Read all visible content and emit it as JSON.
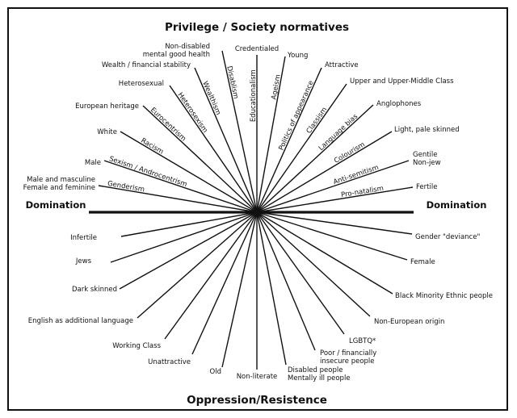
{
  "title_top": "Privilege / Society normatives",
  "title_bottom": "Oppression/Resistence",
  "domination_left": "Domination",
  "domination_right": "Domination",
  "upper_categories": [
    "Male and masculine\nFemale and feminine",
    "Male",
    "White",
    "European heritage",
    "Heterosexual",
    "Wealth / financial stability",
    "Non-disabled\nmental good health",
    "Credentialed",
    "Young",
    "Attractive",
    "Upper and Upper-Middle Class",
    "Anglophones",
    "Light, pale skinned",
    "Gentile\nNon-jew",
    "Fertile"
  ],
  "ray_labels": [
    "Genderism",
    "Sexism / Androcentrism",
    "Racism",
    "Eurocentrism",
    "Heterosexism",
    "Wealthism",
    "Disablism",
    "Educationalism",
    "Ageism",
    "Politics of appearance",
    "Classism",
    "Language bias",
    "Colourism",
    "Anti-semitism",
    "Pro-natalism"
  ],
  "lower_categories": [
    "Infertile",
    "Jews",
    "Dark skinned",
    "English as additional language",
    "Working Class",
    "Unattractive",
    "Old",
    "Non-literate",
    "Disabled people\nMentally ill people",
    "Poor / financially\ninsecure people",
    "LGBTQ*",
    "Non-European origin",
    "Black Minority Ethnic people",
    "Female",
    "Gender \"deviance\""
  ]
}
